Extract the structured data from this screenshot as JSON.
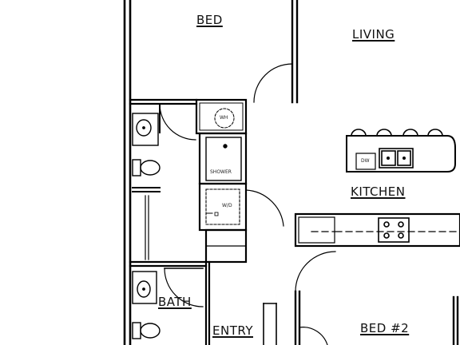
{
  "rooms": {
    "bed": "BED",
    "living": "LIVING",
    "kitchen": "KITCHEN",
    "bath": "BATH",
    "entry": "ENTRY",
    "bed2": "BED #2"
  },
  "fixtures": {
    "water_heater": "WH",
    "shower": "SHOWER",
    "washer_dryer": "W/D",
    "dishwasher": "DW"
  }
}
